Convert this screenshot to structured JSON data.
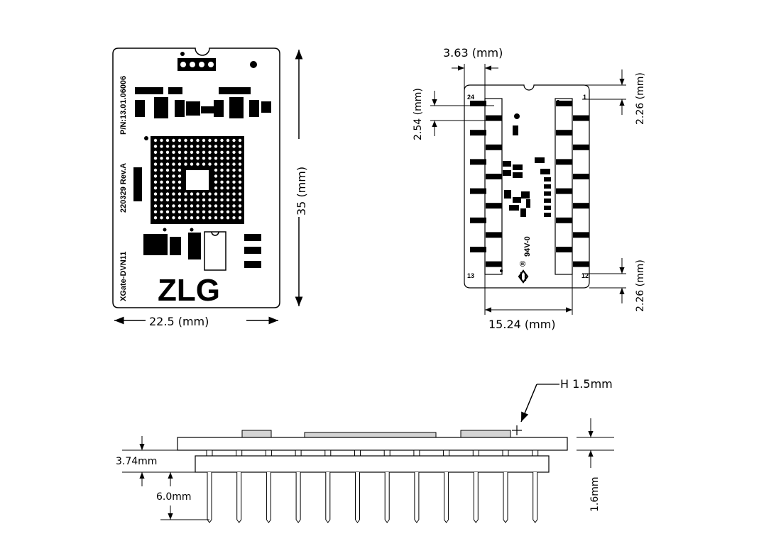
{
  "top_view": {
    "part_number": "P/N:13.01.06006",
    "revision": "220329 Rev.A",
    "model": "XGate-DVN11",
    "logo": "ZLG",
    "width_label": "22.5 (mm)",
    "height_label": "35 (mm)"
  },
  "bottom_view": {
    "pin_pitch_offset_label": "3.63 (mm)",
    "pin_pitch_label": "2.54 (mm)",
    "top_margin_label": "2.26 (mm)",
    "bottom_margin_label": "2.26 (mm)",
    "row_spacing_label": "15.24 (mm)",
    "pin_24": "24",
    "pin_1": "1",
    "pin_13": "13",
    "pin_12": "12",
    "flammability_mark": "94V-0",
    "registered_mark": "®"
  },
  "side_view": {
    "component_height_label": "H 1.5mm",
    "header_height_label": "3.74mm",
    "pin_length_label": "6.0mm",
    "board_thickness_label": "1.6mm"
  },
  "colors": {
    "ink": "#000000",
    "component_fill": "#d4d4d4",
    "board_fill": "#ffffff"
  }
}
